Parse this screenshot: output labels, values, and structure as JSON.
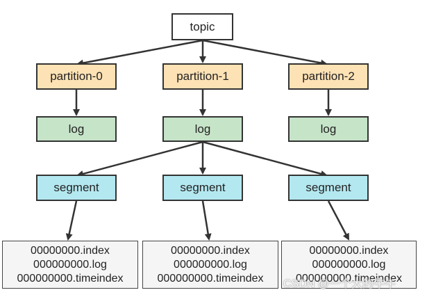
{
  "topic": "topic",
  "partitions": [
    "partition-0",
    "partition-1",
    "partition-2"
  ],
  "logs": [
    "log",
    "log",
    "log"
  ],
  "segments": [
    "segment",
    "segment",
    "segment"
  ],
  "files": [
    [
      "00000000.index",
      "000000000.log",
      "000000000.timeindex"
    ],
    [
      "00000000.index",
      "000000000.log",
      "000000000.timeindex"
    ],
    [
      "00000000.index",
      "000000000.log",
      "000000000.timeindex"
    ]
  ],
  "watermark": "CSDN @一个大的牛牛",
  "colors": {
    "topic": "#ffffff",
    "partition": "#fde2b5",
    "log": "#c6e4c8",
    "segment": "#b4e8f0",
    "files": "#f5f5f5",
    "stroke": "#333333"
  }
}
